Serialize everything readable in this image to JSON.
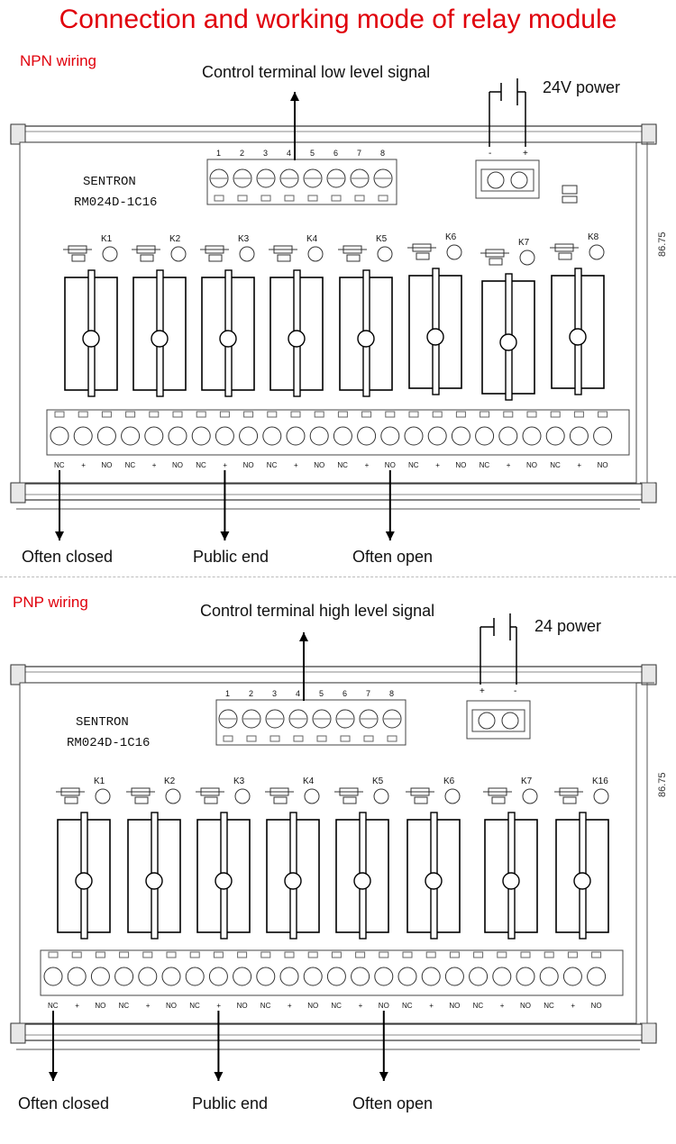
{
  "title": "Connection and working mode of relay module",
  "npn": {
    "wiring_label": "NPN wiring",
    "signal_label": "Control terminal low level signal",
    "power_label": "24V power",
    "brand": "SENTRON",
    "model": "RM024D-1C16",
    "dimension": "86.75",
    "relay_labels": [
      "K1",
      "K2",
      "K3",
      "K4",
      "K5",
      "K6",
      "K7",
      "K8"
    ],
    "output_labels": [
      "Often closed",
      "Public end",
      "Often open"
    ]
  },
  "pnp": {
    "wiring_label": "PNP wiring",
    "signal_label": "Control terminal high level signal",
    "power_label": "24 power",
    "brand": "SENTRON",
    "model": "RM024D-1C16",
    "dimension": "86.75",
    "relay_labels": [
      "K1",
      "K2",
      "K3",
      "K4",
      "K5",
      "K6",
      "K7",
      "K16"
    ],
    "output_labels": [
      "Often closed",
      "Public end",
      "Often open"
    ]
  },
  "terminal_numbers": [
    "1",
    "2",
    "3",
    "4",
    "5",
    "6",
    "7",
    "8"
  ],
  "bottom_terminal_labels": [
    "NC",
    "+",
    "NO",
    "NC",
    "+",
    "NO",
    "NC",
    "+",
    "NO",
    "NC",
    "+",
    "NO",
    "NC",
    "+",
    "NO",
    "NC",
    "+",
    "NO",
    "NC",
    "+",
    "NO",
    "NC",
    "+",
    "NO"
  ],
  "power_polarity": {
    "minus": "-",
    "plus": "+"
  }
}
